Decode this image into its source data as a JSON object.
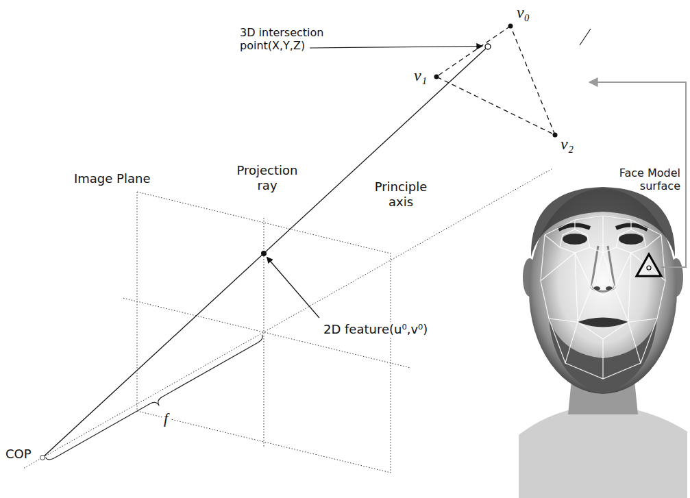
{
  "diagram": {
    "nodes": [
      {
        "text": [
          "v₀",
          "v₁",
          "v₂"
        ]
      },
      {
        "text": [
          "Face Model surface"
        ]
      }
    ],
    "edges": [
      {
        "from": 1,
        "to": 0,
        "arrow": "to"
      }
    ],
    "labels": [
      "3D intersection point(X,Y,Z)",
      "Projection ray",
      "Principle axis",
      "Image Plane",
      "2D feature(u⁰,v⁰)",
      "f",
      "COP"
    ]
  }
}
